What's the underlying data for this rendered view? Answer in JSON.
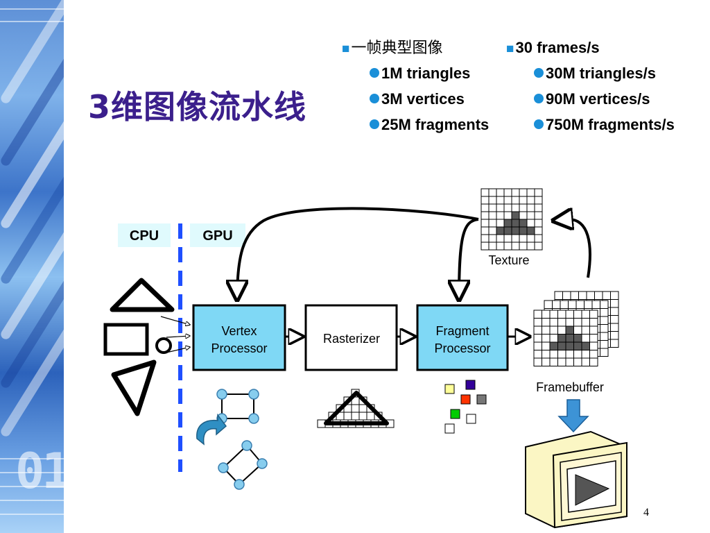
{
  "slide": {
    "title": "3维图像流水线",
    "page_number": "4"
  },
  "bullets": {
    "left": {
      "heading": "一帧典型图像",
      "items": [
        "1M triangles",
        "3M vertices",
        "25M fragments"
      ]
    },
    "right": {
      "heading": "30 frames/s",
      "items": [
        "30M triangles/s",
        "90M vertices/s",
        "750M fragments/s"
      ]
    }
  },
  "diagram": {
    "cpu_label": "CPU",
    "gpu_label": "GPU",
    "vertex_processor": [
      "Vertex",
      "Processor"
    ],
    "rasterizer": "Rasterizer",
    "fragment_processor": [
      "Fragment",
      "Processor"
    ],
    "texture_label": "Texture",
    "framebuffer_label": "Framebuffer"
  },
  "colors": {
    "title": "#3b1f8c",
    "bullet": "#1a8fd8",
    "processor_fill": "#7fd8f5",
    "label_bg": "#e0fafd",
    "divider": "#1f4fff",
    "grid_fill": "#595959",
    "monitor_fill": "#fbf6c4"
  }
}
